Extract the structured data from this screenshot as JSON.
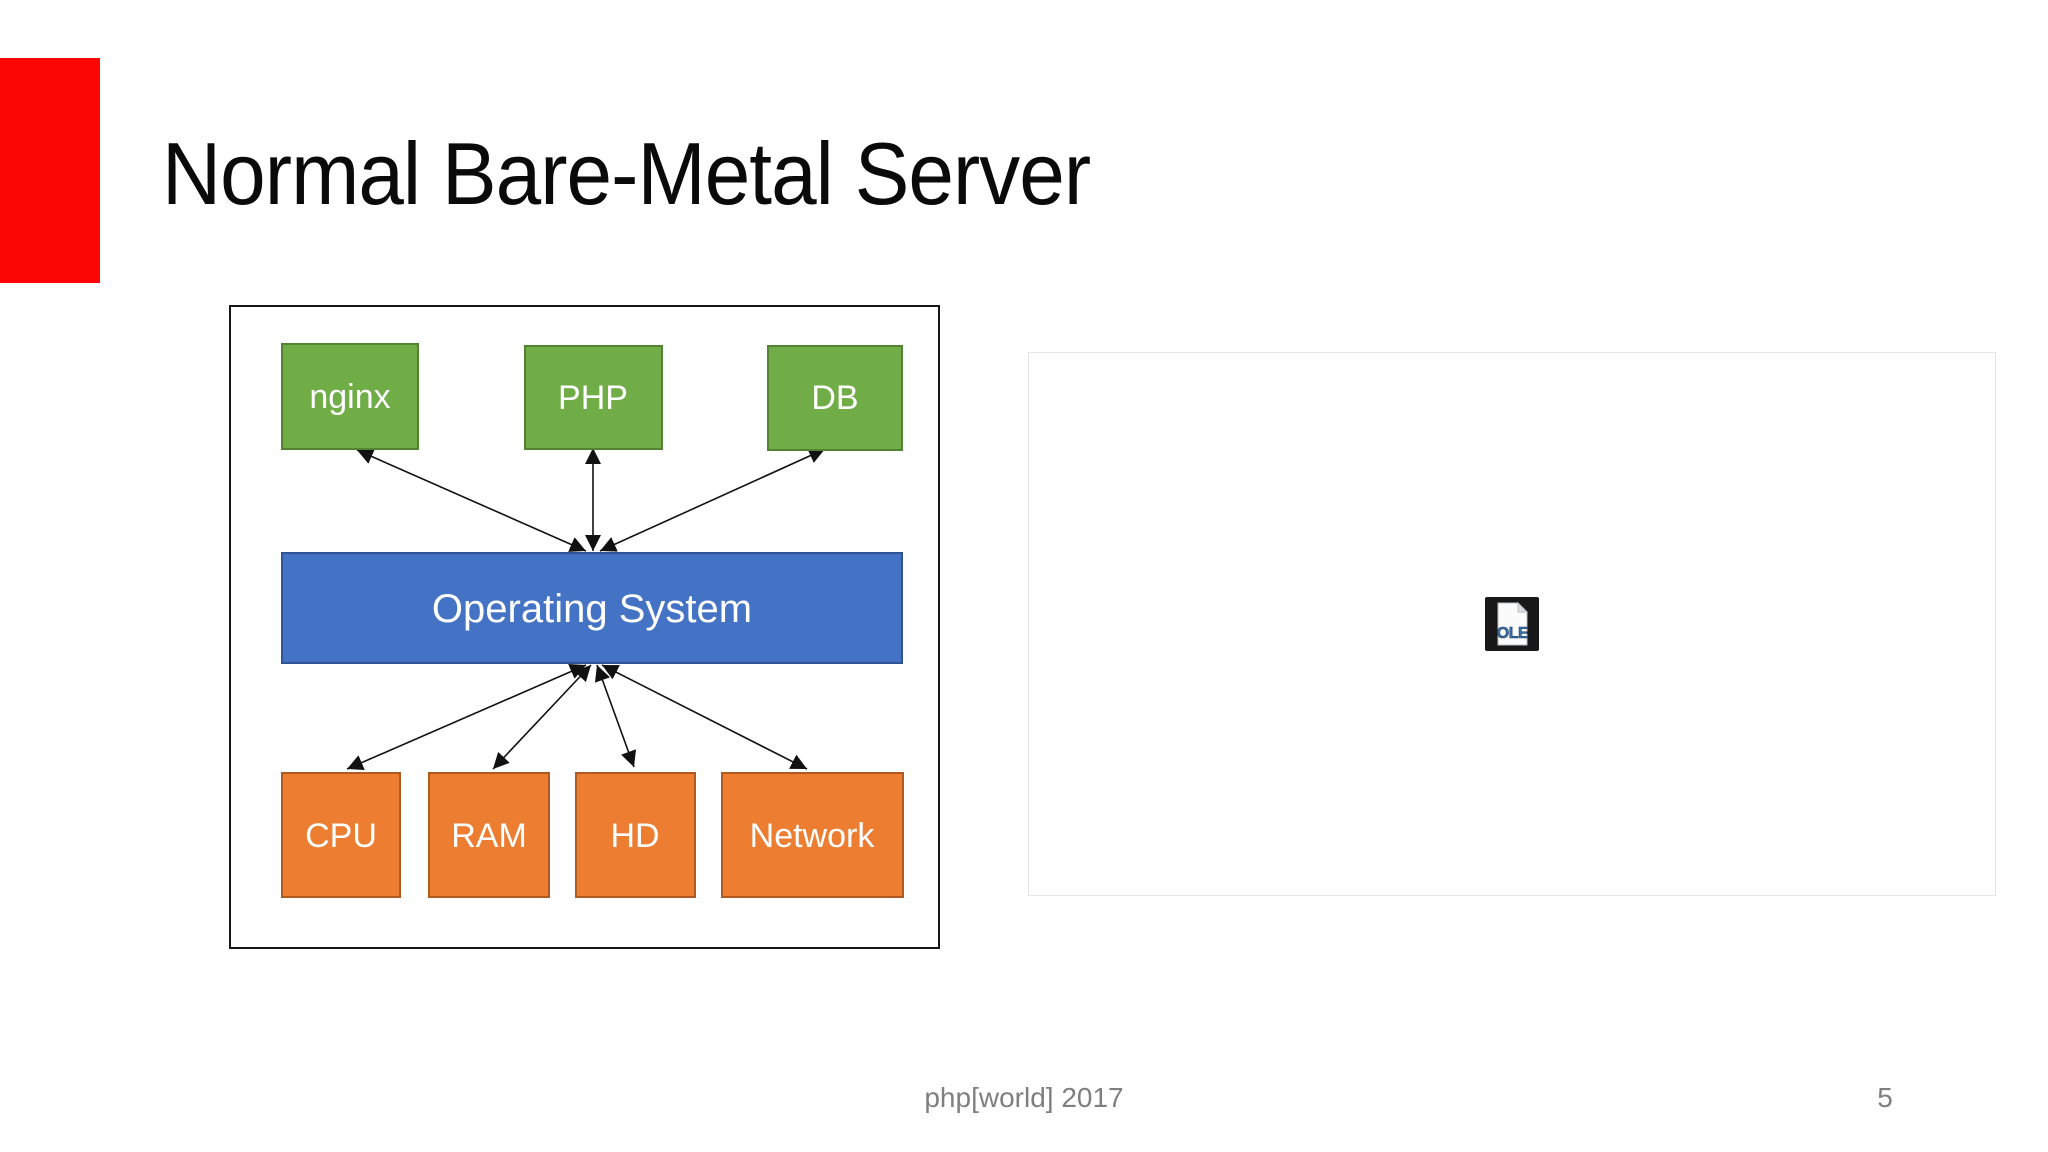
{
  "slide": {
    "title": "Normal Bare-Metal Server",
    "footer": "php[world] 2017",
    "page_number": "5"
  },
  "diagram": {
    "apps": [
      {
        "label": "nginx"
      },
      {
        "label": "PHP"
      },
      {
        "label": "DB"
      }
    ],
    "os": {
      "label": "Operating System"
    },
    "hardware": [
      {
        "label": "CPU"
      },
      {
        "label": "RAM"
      },
      {
        "label": "HD"
      },
      {
        "label": "Network"
      }
    ]
  },
  "ole": {
    "label": "OLE"
  },
  "colors": {
    "accent_red": "#fb0505",
    "app_green_fill": "#70AD47",
    "app_green_border": "#548235",
    "os_blue_fill": "#4472C4",
    "os_blue_border": "#2F5597",
    "hw_orange_fill": "#ED7D31",
    "hw_orange_border": "#AE5A21",
    "footer_gray": "#7f7f7f",
    "ole_blue": "#3b71a8"
  }
}
